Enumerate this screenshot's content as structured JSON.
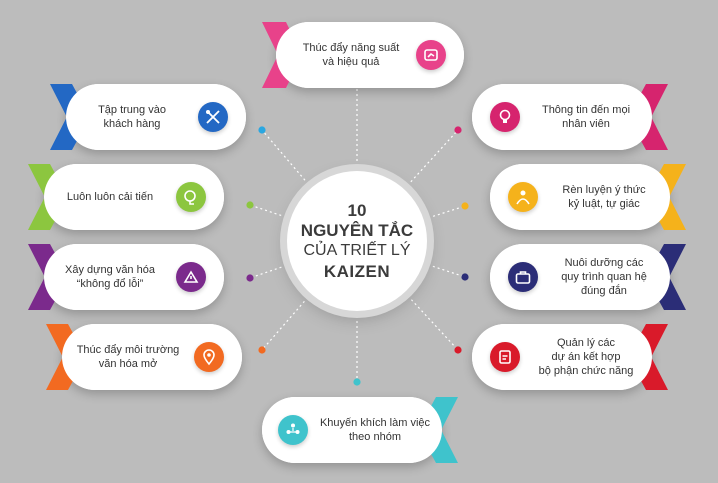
{
  "center": {
    "line1": "10",
    "line2": "NGUYÊN TẮC",
    "line3": "CỦA TRIẾT LÝ",
    "line4": "KAIZEN"
  },
  "principles": [
    {
      "line1": "Thúc đẩy năng suất",
      "line2": "và hiệu quả",
      "line3": "",
      "color": "#e8428a",
      "icon": "efficiency-icon"
    },
    {
      "line1": "Thông tin đến mọi",
      "line2": "nhân viên",
      "line3": "",
      "color": "#d6246e",
      "icon": "lightbulb-icon"
    },
    {
      "line1": "Rèn luyện ý thức",
      "line2": "kỷ luật, tự giác",
      "line3": "",
      "color": "#f5b21b",
      "icon": "discipline-icon"
    },
    {
      "line1": "Nuôi dưỡng các",
      "line2": "quy trình quan hệ",
      "line3": "đúng đắn",
      "color": "#2b2d77",
      "icon": "briefcase-icon"
    },
    {
      "line1": "Quản lý các",
      "line2": "dự án kết hợp",
      "line3": "bộ phận chức năng",
      "color": "#d91a2a",
      "icon": "project-icon"
    },
    {
      "line1": "Khuyến khích làm việc",
      "line2": "theo nhóm",
      "line3": "",
      "color": "#3fc3cc",
      "icon": "team-icon"
    },
    {
      "line1": "Thúc đẩy môi trường",
      "line2": "văn hóa mở",
      "line3": "",
      "color": "#f26a21",
      "icon": "location-icon"
    },
    {
      "line1": "Xây dựng văn hóa",
      "line2": "“không đổ lỗi”",
      "line3": "",
      "color": "#7b2a8c",
      "icon": "no-blame-icon"
    },
    {
      "line1": "Luôn luôn cải tiến",
      "line2": "",
      "line3": "",
      "color": "#8cc63f",
      "icon": "improve-icon"
    },
    {
      "line1": "Tập trung vào",
      "line2": "khách hàng",
      "line3": "",
      "color": "#2368c4",
      "icon": "tools-icon"
    }
  ],
  "dot_colors": [
    "#e8428a",
    "#d6246e",
    "#f5b21b",
    "#2b2d77",
    "#d91a2a",
    "#3fc3cc",
    "#f26a21",
    "#7b2a8c",
    "#8cc63f",
    "#2aa7e1"
  ]
}
